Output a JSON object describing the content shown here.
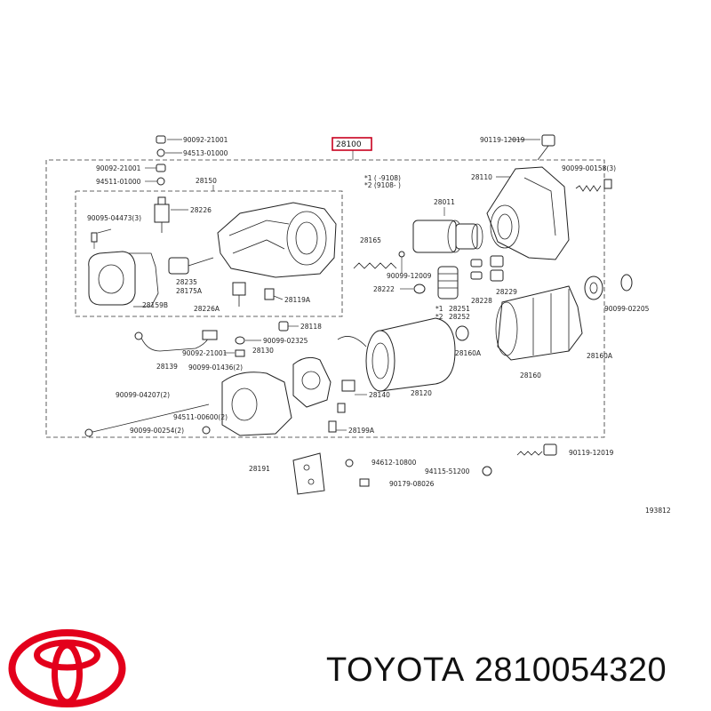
{
  "diagram": {
    "main_assembly": "28100",
    "ref_code": "193812",
    "date_note_1": "*1 (  -9108)",
    "date_note_2": "*2 (9108-  )",
    "labels": {
      "l_90092_21001_top": "90092-21001",
      "l_94513_01000_top": "94513-01000",
      "l_90092_21001": "90092-21001",
      "l_94511_01000": "94511-01000",
      "l_28150": "28150",
      "l_28226": "28226",
      "l_90095_04473": "90095-04473(3)",
      "l_28235": "28235",
      "l_28175A": "28175A",
      "l_28159B": "28159B",
      "l_28226A": "28226A",
      "l_28119A": "28119A",
      "l_28011": "28011",
      "l_28165": "28165",
      "l_90099_12009": "90099-12009",
      "l_28222": "28222",
      "l_28228": "28228",
      "l_28229": "28229",
      "l_28251": "28251",
      "l_28252": "28252",
      "l_90119_12019_top": "90119-12019",
      "l_28110": "28110",
      "l_90099_00158": "90099-00158(3)",
      "l_90099_02205": "90099-02205",
      "l_28118": "28118",
      "l_90092_21001_b": "90092-21001",
      "l_90099_02325": "90099-02325",
      "l_28130": "28130",
      "l_28139": "28139",
      "l_90099_01436": "90099-01436(2)",
      "l_28140": "28140",
      "l_28120": "28120",
      "l_28160A_a": "28160A",
      "l_28160": "28160",
      "l_28160A_b": "28160A",
      "l_90099_04207": "90099-04207(2)",
      "l_94511_00600": "94511-00600(2)",
      "l_90099_00254": "90099-00254(2)",
      "l_28199A": "28199A",
      "l_28191": "28191",
      "l_94612_10800": "94612-10800",
      "l_94115_51200": "94115-51200",
      "l_90179_08026": "90179-08026",
      "l_90119_12019_b": "90119-12019",
      "l_n1": "*1",
      "l_n2": "*2"
    }
  },
  "footer": {
    "brand": "TOYOTA",
    "part_number": "2810054320"
  },
  "colors": {
    "logo_red": "#e3001b",
    "highlight_box": "#c8001e",
    "text": "#111111"
  }
}
